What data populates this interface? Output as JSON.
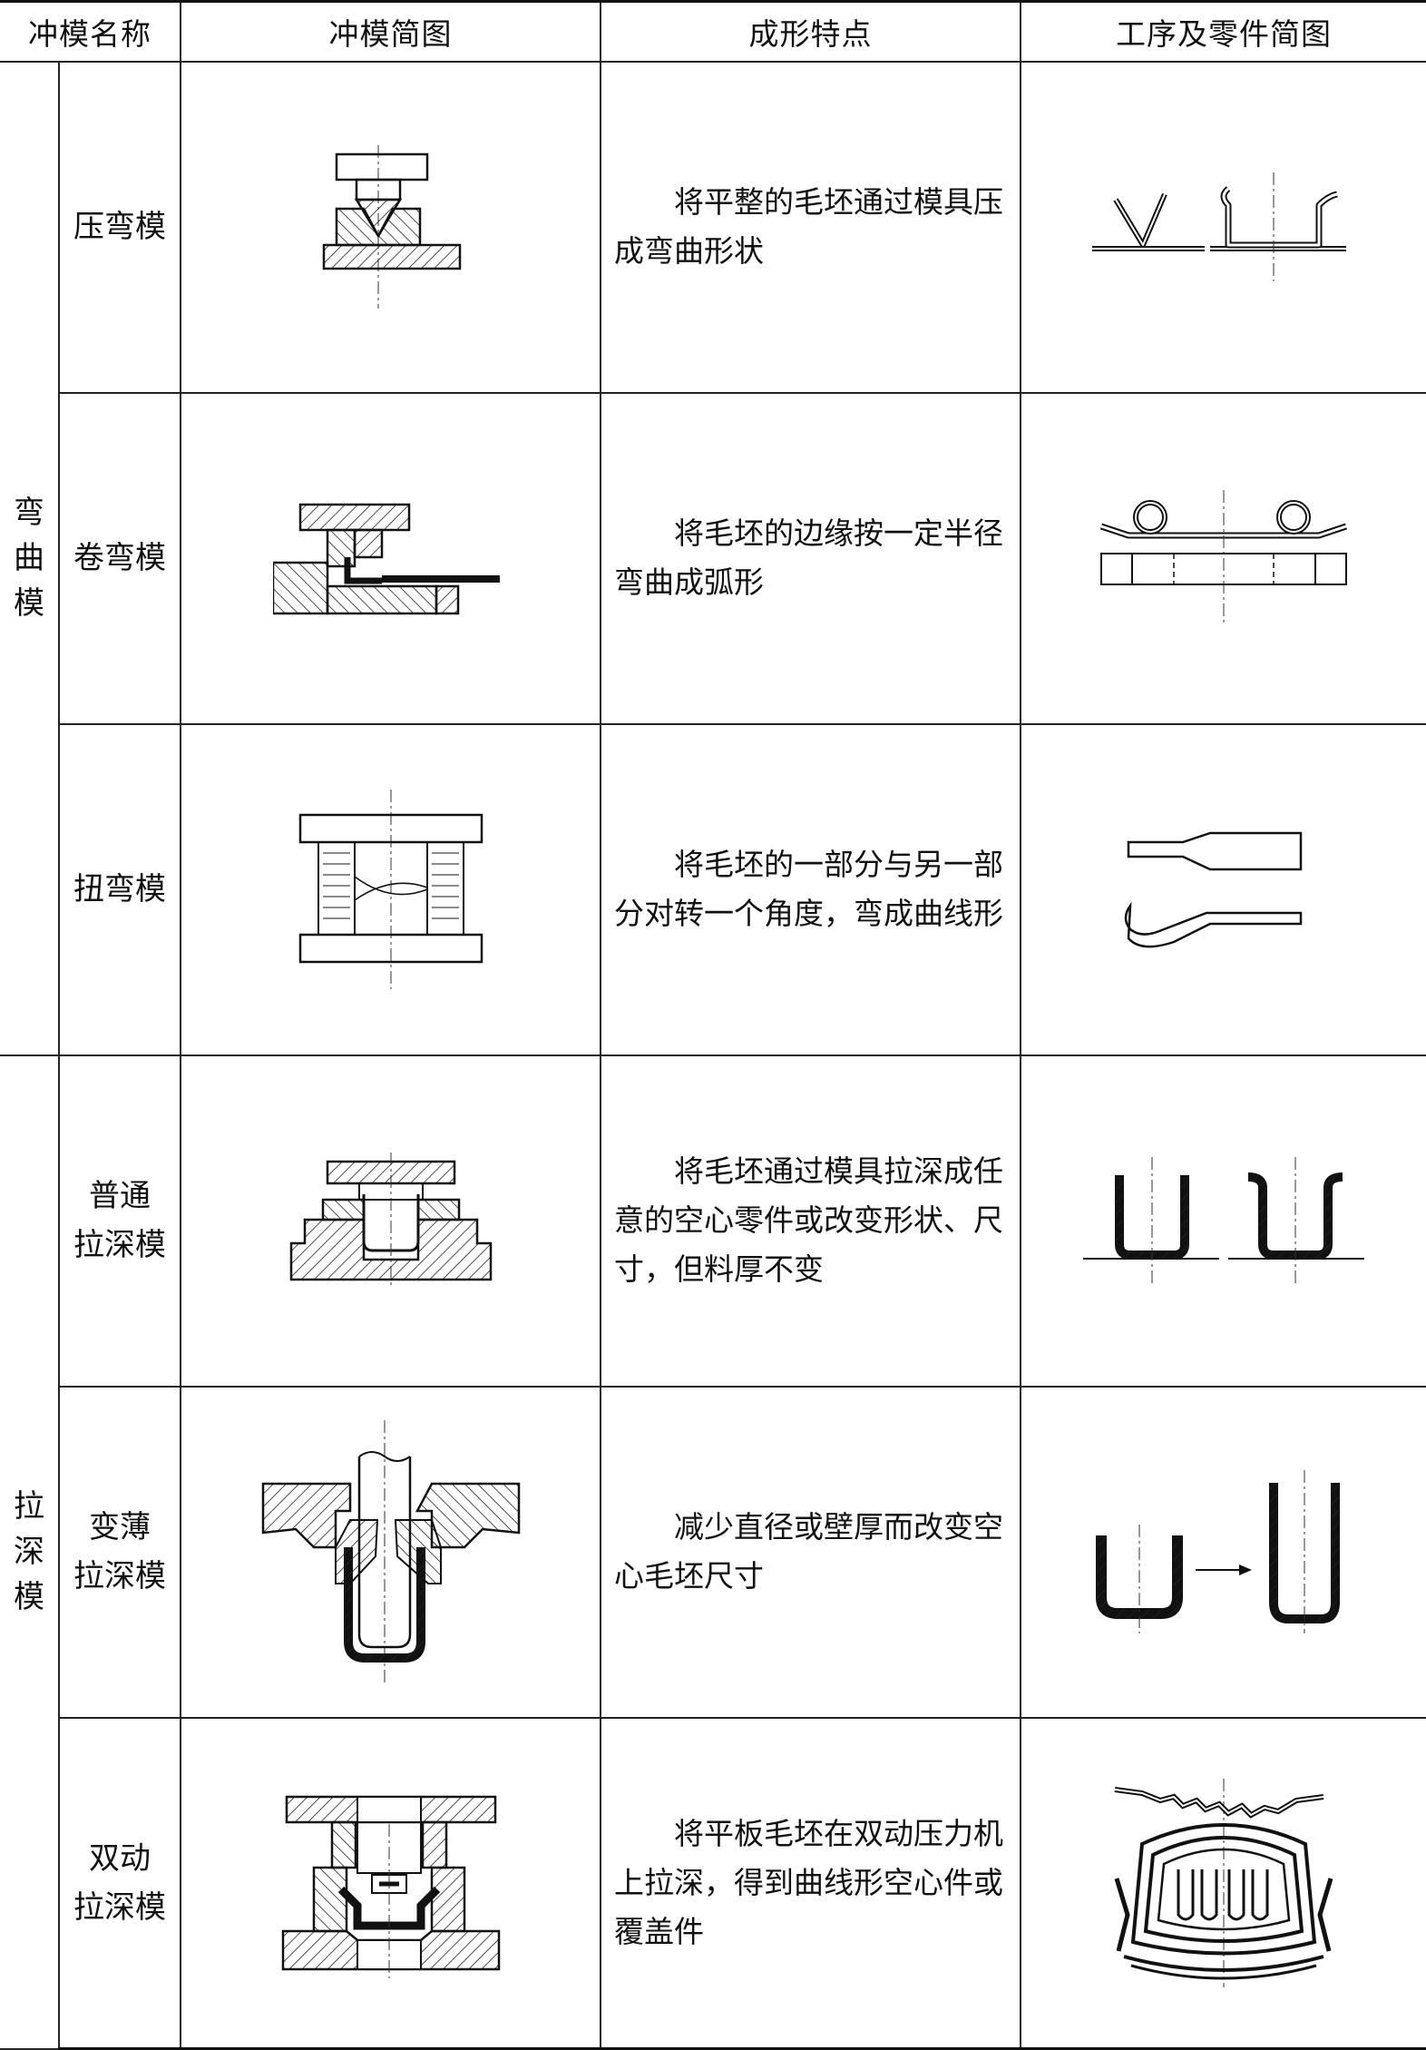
{
  "headers": {
    "col_name": "冲模名称",
    "col_die_sketch": "冲模简图",
    "col_features": "成形特点",
    "col_part_sketch": "工序及零件简图"
  },
  "groups": [
    {
      "label_chars": [
        "弯",
        "曲",
        "模"
      ],
      "rows": [
        {
          "name_lines": [
            "压弯模"
          ],
          "features": "将平整的毛坯通过模具压成弯曲形状",
          "die_icon": "press-bending-die-icon",
          "part_icon": "v-and-u-bent-parts-icon"
        },
        {
          "name_lines": [
            "卷弯模"
          ],
          "features": "将毛坯的边缘按一定半径弯曲成弧形",
          "die_icon": "curling-die-icon",
          "part_icon": "curled-edge-part-icon"
        },
        {
          "name_lines": [
            "扭弯模"
          ],
          "features": "将毛坯的一部分与另一部分对转一个角度，弯成曲线形",
          "die_icon": "twisting-die-icon",
          "part_icon": "twisted-strip-part-icon"
        }
      ]
    },
    {
      "label_chars": [
        "拉",
        "深",
        "模"
      ],
      "rows": [
        {
          "name_lines": [
            "普通",
            "拉深模"
          ],
          "features": "将毛坯通过模具拉深成任意的空心零件或改变形状、尺寸，但料厚不变",
          "die_icon": "ordinary-drawing-die-icon",
          "part_icon": "drawn-cup-parts-icon"
        },
        {
          "name_lines": [
            "变薄",
            "拉深模"
          ],
          "features": "减少直径或壁厚而改变空心毛坯尺寸",
          "die_icon": "ironing-die-icon",
          "part_icon": "ironed-cup-parts-icon"
        },
        {
          "name_lines": [
            "双动",
            "拉深模"
          ],
          "features": "将平板毛坯在双动压力机上拉深，得到曲线形空心件或覆盖件",
          "die_icon": "double-action-drawing-die-icon",
          "part_icon": "cover-panel-part-icon"
        }
      ]
    }
  ]
}
